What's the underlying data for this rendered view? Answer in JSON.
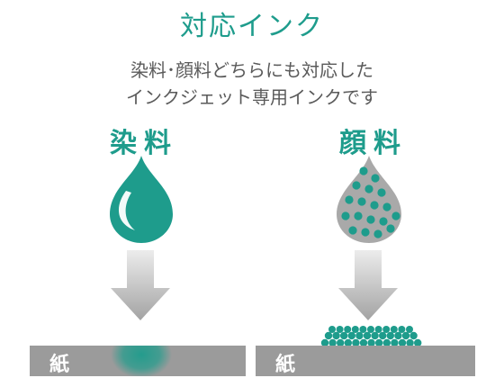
{
  "title": "対応インク",
  "subtitle_line1": "染料･顔料どちらにも対応した",
  "subtitle_line2": "インクジェット専用インクです",
  "dye": {
    "label": "染料",
    "paper_label": "紙"
  },
  "pigment": {
    "label": "顔料",
    "paper_label": "紙"
  },
  "colors": {
    "accent": "#1e9c8c",
    "pigment_drop": "#a9a9a9",
    "arrow_light": "#e4e4e4",
    "arrow_dark": "#a5a5a5",
    "paper": "#9b9b9b"
  }
}
